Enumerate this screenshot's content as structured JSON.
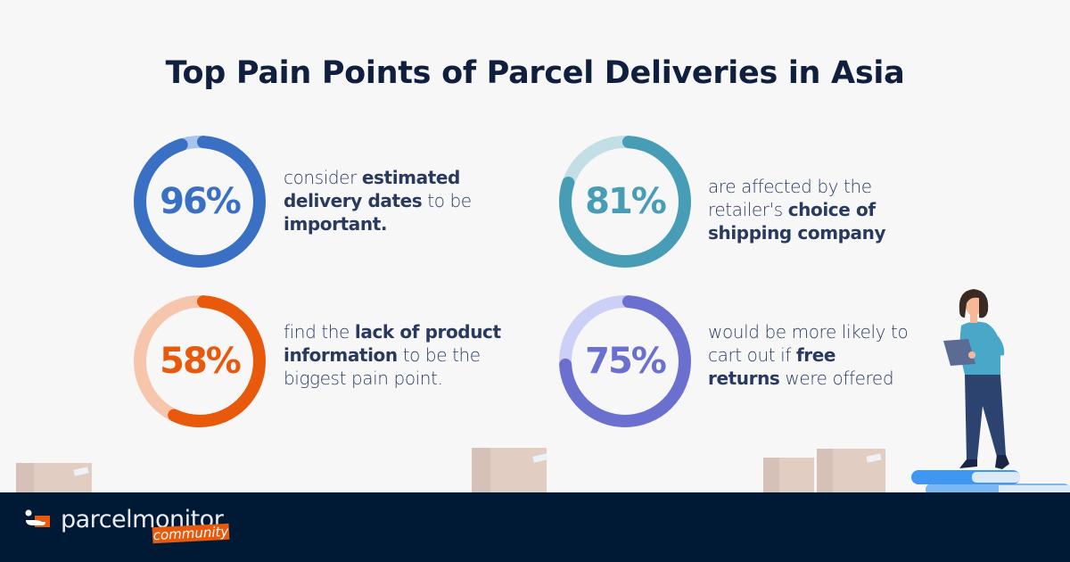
{
  "title": "Top Pain Points of Parcel Deliveries in Asia",
  "stats": [
    {
      "value": "96%",
      "percent": 96,
      "color": "#3a70c3",
      "track_color": "#a9c3ea",
      "pre": "consider ",
      "bold1": "estimated delivery dates",
      "mid": " to be ",
      "bold2": "important.",
      "post": ""
    },
    {
      "value": "81%",
      "percent": 81,
      "color": "#479db5",
      "track_color": "#c2dfe6",
      "pre": "are affected by the retailer's ",
      "bold1": "choice of shipping company",
      "mid": "",
      "bold2": "",
      "post": ""
    },
    {
      "value": "58%",
      "percent": 58,
      "color": "#e8590c",
      "track_color": "#f6c6ac",
      "pre": "find the ",
      "bold1": "lack of product information",
      "mid": " to be the biggest pain point.",
      "bold2": "",
      "post": ""
    },
    {
      "value": "75%",
      "percent": 75,
      "color": "#6b70ce",
      "track_color": "#cdd0f6",
      "pre": "would be more likely to cart out if ",
      "bold1": "free returns",
      "mid": " were offered",
      "bold2": "",
      "post": ""
    }
  ],
  "footer": {
    "brand": "parcelmonitor",
    "tag": "community",
    "brand_color": "#001a36",
    "accent": "#e8590c"
  },
  "illustration": {
    "figure": "woman-with-clipboard-icon",
    "books": "stacked-books-icon",
    "boxes": "parcel-box-icon"
  }
}
